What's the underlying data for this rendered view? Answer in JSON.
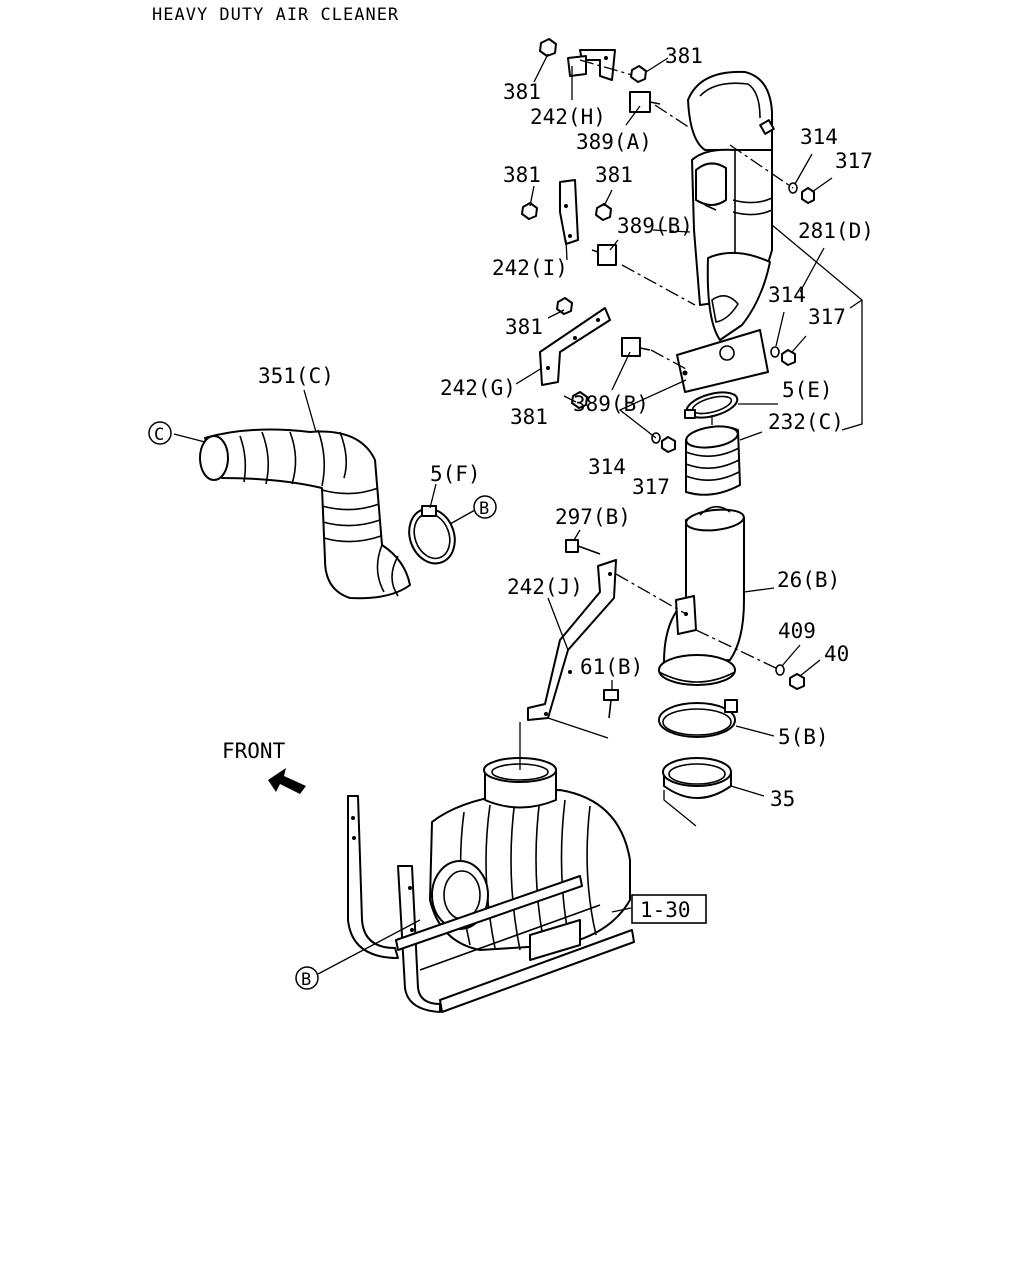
{
  "title": "HEAVY DUTY AIR CLEANER",
  "front_label": "FRONT",
  "reference_box": "1-30",
  "circle_markers": {
    "c_hose": "C",
    "b_clamp": "B",
    "b_bracket": "B"
  },
  "callouts": {
    "p381_a": "381",
    "p381_b": "381",
    "p242h": "242(H)",
    "p389a": "389(A)",
    "p314_a": "314",
    "p317_a": "317",
    "p381_c": "381",
    "p381_d": "381",
    "p389b_a": "389(B)",
    "p281d": "281(D)",
    "p242i": "242(I)",
    "p314_b": "314",
    "p381_e": "381",
    "p317_b": "317",
    "p351c": "351(C)",
    "p242g": "242(G)",
    "p381_f": "381",
    "p389b_b": "389(B)",
    "p5e": "5(E)",
    "p232c": "232(C)",
    "p314_c": "314",
    "p317_c": "317",
    "p5f": "5(F)",
    "p297b": "297(B)",
    "p26b": "26(B)",
    "p242j": "242(J)",
    "p409": "409",
    "p40": "40",
    "p61b": "61(B)",
    "p5b": "5(B)",
    "p35": "35"
  }
}
